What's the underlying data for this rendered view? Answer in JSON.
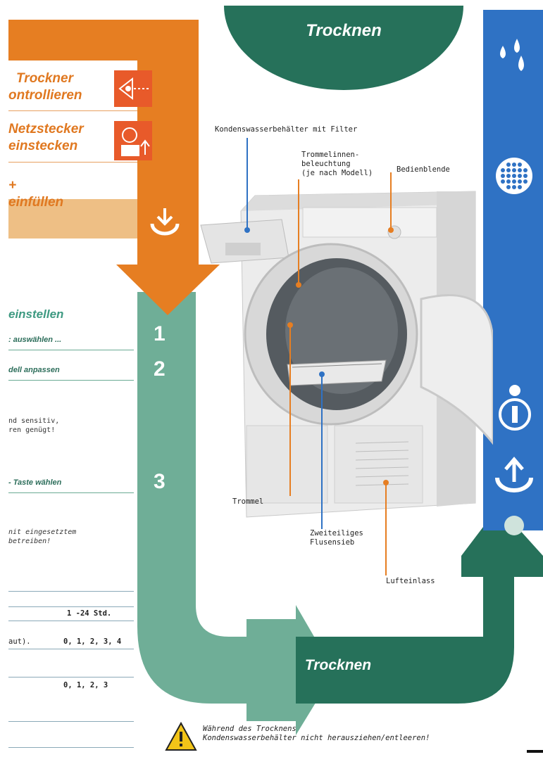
{
  "header": {
    "top_title": "Trocknen",
    "bottom_title": "Trocknen"
  },
  "left_orange": {
    "item1": "Trockner\nontrollieren",
    "item2": "Netzstecker\neinstecken",
    "item3": "+ einfüllen"
  },
  "left_panel": {
    "heading": "einstellen",
    "sub1": ": auswählen ...",
    "sub2": "dell anpassen",
    "note1": "nd sensitiv,\nren genügt!",
    "sub3": "- Taste wählen",
    "note2": "nit eingesetztem\nbetreiben!",
    "row1_label": "",
    "row1_value": "1 -24 Std.",
    "row2_label": "aut).",
    "row2_value": "0, 1, 2, 3, 4",
    "row3_value": "0, 1, 2, 3"
  },
  "steps": [
    "1",
    "2",
    "3"
  ],
  "callouts": {
    "condenser": "Kondenswasserbehälter mit Filter",
    "drum_light": "Trommelinnen-\nbeleuchtung\n(je nach Modell)",
    "control_panel": "Bedienblende",
    "drum": "Trommel",
    "filter": "Zweiteiliges\nFlusensieb",
    "air_inlet": "Lufteinlass"
  },
  "warning": {
    "text": "Während des Trocknens\nKondenswasserbehälter nicht herausziehen/entleeren!"
  },
  "colors": {
    "orange": "#e67e22",
    "light_orange": "#eebf85",
    "teal": "#6fae97",
    "dark_green": "#26715a",
    "blue": "#2f72c4"
  }
}
